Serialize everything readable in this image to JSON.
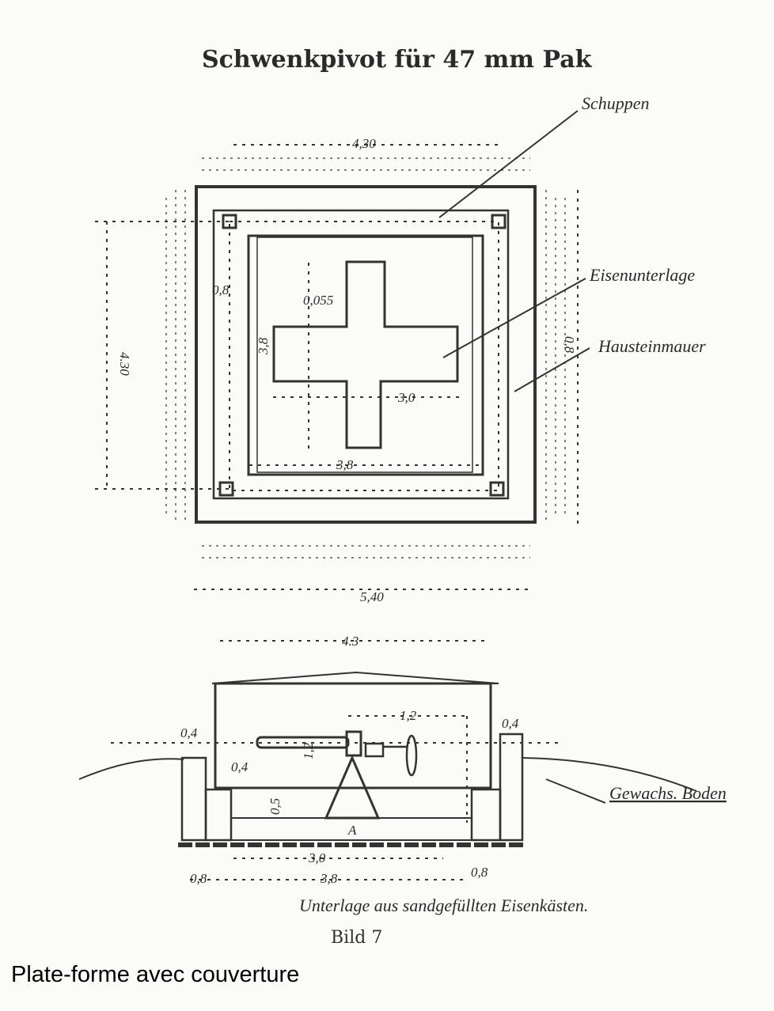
{
  "title": "Schwenkpivot für 47 mm Pak",
  "plan": {
    "labels": {
      "shed": "Schuppen",
      "iron_base": "Eisenunterlage",
      "stone_wall": "Hausteinmauer"
    },
    "dimensions": {
      "top_width": "4,30",
      "left_height": "4.30",
      "bottom_width": "5,40",
      "wall_left": "0,8",
      "wall_right": "0,8",
      "inner_height": "3,8",
      "arm_width": "0,055",
      "cross_width": "3,0",
      "inner_width": "3,8"
    }
  },
  "section": {
    "labels": {
      "ground": "Gewachs. Boden",
      "foundation": "Unterlage aus sandgefüllten Eisenkästen."
    },
    "dimensions": {
      "roof_width": "4.3",
      "gun_reach": "1,2",
      "wall_left": "0,4",
      "wall_right": "0,4",
      "inner_offset": "0,4",
      "pivot_height": "1,2",
      "pit_depth": "0,5",
      "base_width": "3,0",
      "pit_width": "3,8",
      "footing_left": "0,8",
      "footing_right": "0,8",
      "block_label": "A"
    }
  },
  "figure_label": "Bild 7",
  "caption": "Plate-forme avec couverture"
}
